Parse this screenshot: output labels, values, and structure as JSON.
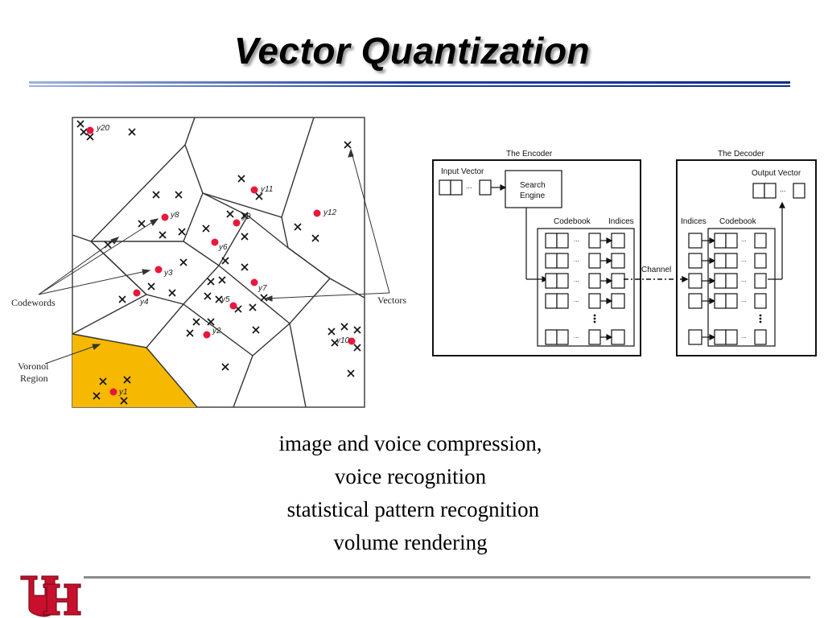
{
  "title": "Vector Quantization",
  "voronoi": {
    "codeword_labels": [
      "y20",
      "y11",
      "y8",
      "y9",
      "y12",
      "y6",
      "y3",
      "y4",
      "y7",
      "y5",
      "y2",
      "y10",
      "y1"
    ],
    "codewords_label": "Codewords",
    "vectors_label": "Vectors",
    "region_label_line1": "Voronoi",
    "region_label_line2": "Region",
    "region_color": "#f6b800",
    "codeword_color": "#e8173c"
  },
  "codec": {
    "encoder_title": "The Encoder",
    "decoder_title": "The Decoder",
    "input_vector": "Input Vector",
    "search_engine_line1": "Search",
    "search_engine_line2": "Engine",
    "codebook": "Codebook",
    "indices": "Indices",
    "channel": "Channel",
    "decoder_indices": "Indices",
    "decoder_codebook": "Codebook",
    "output_vector": "Output Vector",
    "dots": "..."
  },
  "uses": [
    "image and voice compression,",
    "voice recognition",
    " statistical pattern recognition",
    "volume rendering"
  ],
  "logo": {
    "color": "#c8102e"
  }
}
